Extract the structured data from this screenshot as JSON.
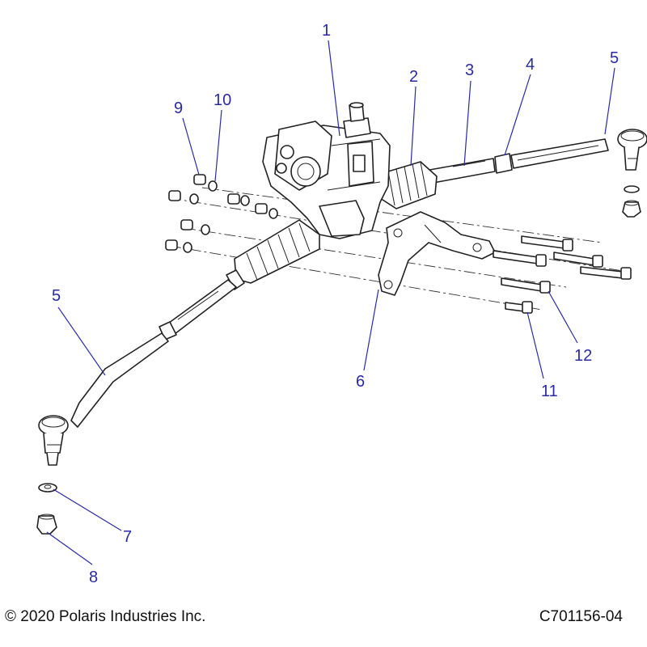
{
  "diagram": {
    "callouts": {
      "c1": "1",
      "c2": "2",
      "c3": "3",
      "c4": "4",
      "c5_right": "5",
      "c5_left": "5",
      "c6": "6",
      "c7": "7",
      "c8": "8",
      "c9": "9",
      "c10": "10",
      "c11": "11",
      "c12": "12"
    },
    "callout_color": "#2a2aa6",
    "line_color": "#222222"
  },
  "footer": {
    "copyright": "© 2020 Polaris Industries Inc.",
    "drawing_number": "C701156-04"
  }
}
